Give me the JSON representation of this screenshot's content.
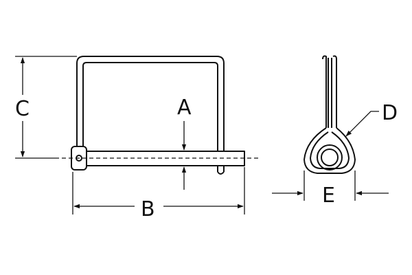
{
  "labels": {
    "a": "A",
    "b": "B",
    "c": "C",
    "d": "D",
    "e": "E"
  },
  "colors": {
    "ink": "#111111",
    "background": "#ffffff"
  }
}
